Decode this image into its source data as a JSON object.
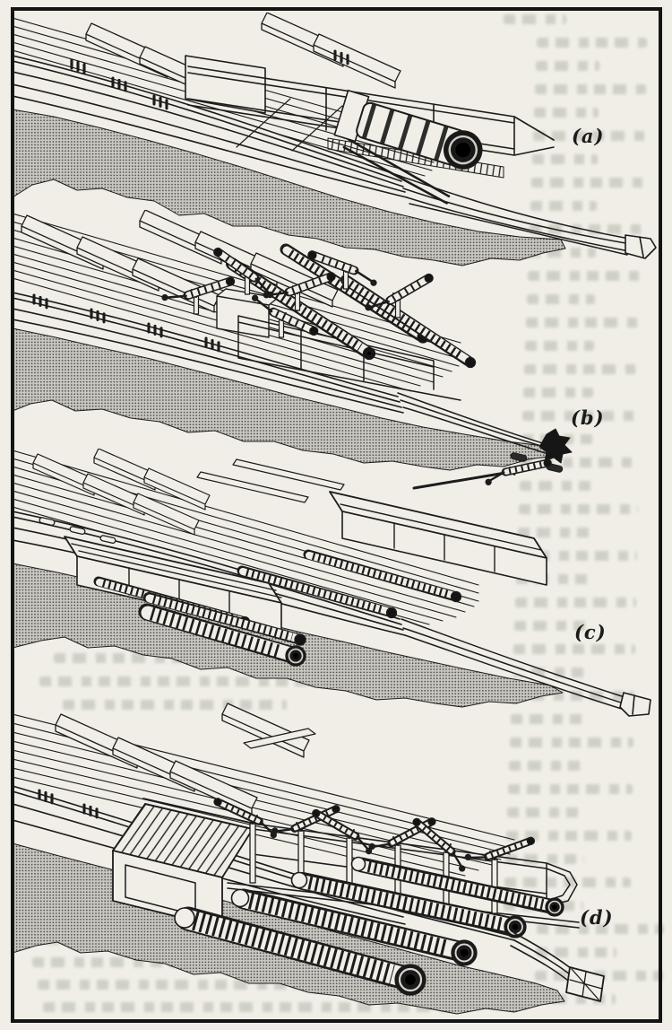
{
  "figure_labels": {
    "a": "(a)",
    "b": "(b)",
    "c": "(c)",
    "d": "(d)"
  },
  "colors": {
    "paper": "#f0eee7",
    "ink": "#1c1c1c",
    "stipple_gray": "#c9c7c0",
    "bleedthrough_gray": "#b4b8ac",
    "frame_black": "#141414"
  }
}
